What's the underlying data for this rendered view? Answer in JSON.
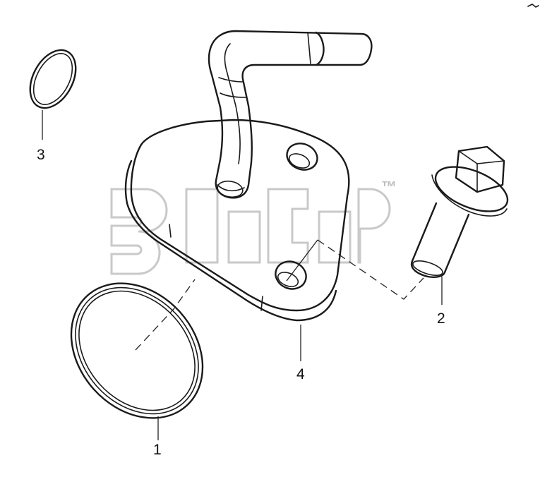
{
  "watermark": {
    "trademark": "™"
  },
  "callouts": [
    {
      "id": "1",
      "label": "1"
    },
    {
      "id": "2",
      "label": "2"
    },
    {
      "id": "3",
      "label": "3"
    },
    {
      "id": "4",
      "label": "4"
    }
  ],
  "colors": {
    "line": "#1a1a1a",
    "watermark": "#c9c9c9",
    "background": "#ffffff"
  }
}
